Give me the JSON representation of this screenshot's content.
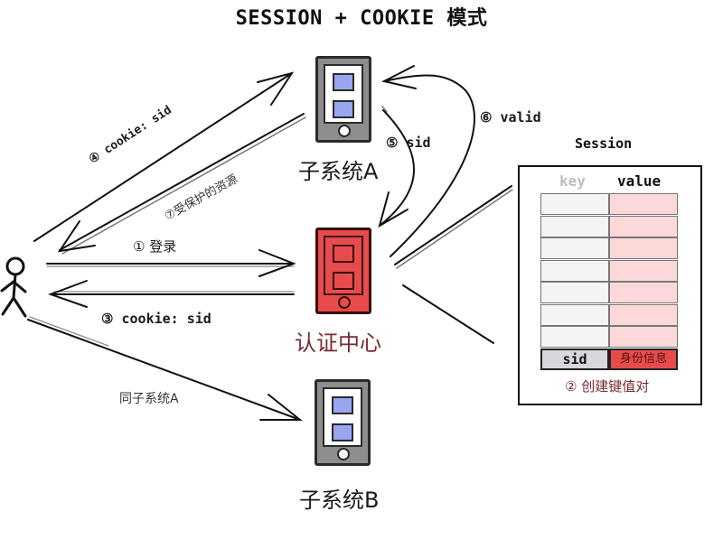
{
  "title": "SESSION + COOKIE 模式",
  "actors": {
    "user": {
      "label": "",
      "icon": "stick-figure-icon"
    }
  },
  "nodes": {
    "subsystem_a": {
      "label": "子系统A",
      "color": "#8d8d8d"
    },
    "auth_center": {
      "label": "认证中心",
      "color": "#e84b4b"
    },
    "subsystem_b": {
      "label": "子系统B",
      "color": "#8d8d8d"
    }
  },
  "flows": [
    {
      "step": "①",
      "text": "登录",
      "from": "user",
      "to": "auth_center"
    },
    {
      "step": "②",
      "text": "创建键值对",
      "from": "auth_center",
      "to": "session"
    },
    {
      "step": "③",
      "text": "cookie: sid",
      "from": "auth_center",
      "to": "user"
    },
    {
      "step": "④",
      "text": "cookie: sid",
      "from": "user",
      "to": "subsystem_a"
    },
    {
      "step": "⑤",
      "text": "sid",
      "from": "subsystem_a",
      "to": "auth_center"
    },
    {
      "step": "⑥",
      "text": "valid",
      "from": "auth_center",
      "to": "subsystem_a"
    },
    {
      "step": "⑦",
      "text": "受保护的资源",
      "from": "subsystem_a",
      "to": "user"
    },
    {
      "step": "",
      "text": "同子系统A",
      "from": "user",
      "to": "subsystem_b"
    }
  ],
  "labels": {
    "login": "① 登录",
    "cookie_return": "③ cookie: sid",
    "cookie_send": "④ cookie: sid",
    "sid": "⑤ sid",
    "valid": "⑥ valid",
    "protected": "⑦受保护的资源",
    "same_as_a": "同子系统A"
  },
  "session": {
    "title": "Session",
    "key_header": "key",
    "value_header": "value",
    "empty_rows": 7,
    "entry": {
      "key": "sid",
      "value": "身份信息"
    },
    "note": "② 创建键值对",
    "key_color": "#f4f4f4",
    "value_color": "#fcd8d8",
    "entry_value_color": "#e74c4c"
  }
}
